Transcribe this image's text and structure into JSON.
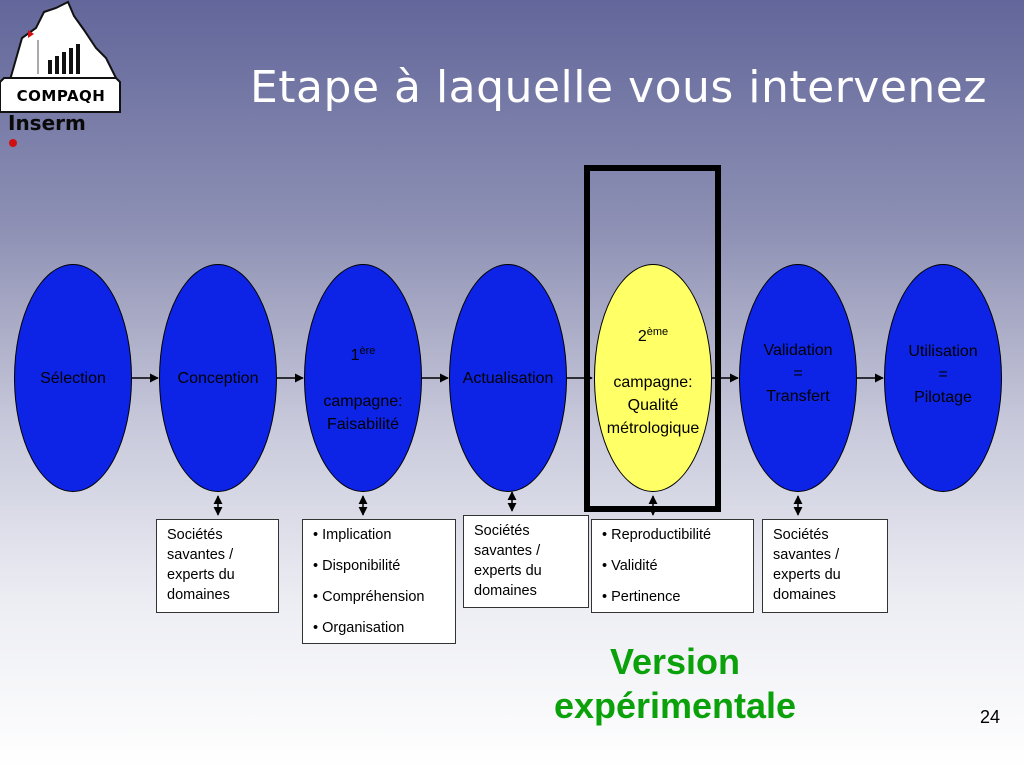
{
  "header": {
    "title": "Etape à laquelle vous intervenez",
    "logo_text": "COMPAQH",
    "logo_subtext": "Inserm"
  },
  "stages": [
    {
      "id": "selection",
      "label": "Sélection",
      "color": "#0d24e6"
    },
    {
      "id": "conception",
      "label": "Conception",
      "color": "#0d24e6"
    },
    {
      "id": "campagne1",
      "num": "1",
      "sup": "ère",
      "label": "campagne:\nFaisabilité",
      "color": "#0d24e6"
    },
    {
      "id": "actualisation",
      "label": "Actualisation",
      "color": "#0d24e6"
    },
    {
      "id": "campagne2",
      "num": "2",
      "sup": "ème",
      "label": "campagne:\nQualité\nmétrologique",
      "color": "#ffff66"
    },
    {
      "id": "validation",
      "label": "Validation\n=\nTransfert",
      "color": "#0d24e6"
    },
    {
      "id": "utilisation",
      "label": "Utilisation\n=\nPilotage",
      "color": "#0d24e6"
    }
  ],
  "boxes": [
    {
      "id": "box-conception",
      "items": [
        " Sociétés savantes / experts du domaines"
      ],
      "bulleted": false
    },
    {
      "id": "box-campagne1",
      "items": [
        "• Implication",
        "• Disponibilité",
        "• Compréhension",
        "• Organisation"
      ],
      "bulleted": true
    },
    {
      "id": "box-actualisation",
      "items": [
        " Sociétés savantes / experts du domaines"
      ],
      "bulleted": false
    },
    {
      "id": "box-campagne2",
      "items": [
        "• Reproductibilité",
        "• Validité",
        "• Pertinence"
      ],
      "bulleted": true
    },
    {
      "id": "box-validation",
      "items": [
        " Sociétés savantes / experts du domaines"
      ],
      "bulleted": false
    }
  ],
  "footer": {
    "version_line1": "Version",
    "version_line2": "expérimentale",
    "version_color": "#0ba10b",
    "page_number": "24"
  }
}
